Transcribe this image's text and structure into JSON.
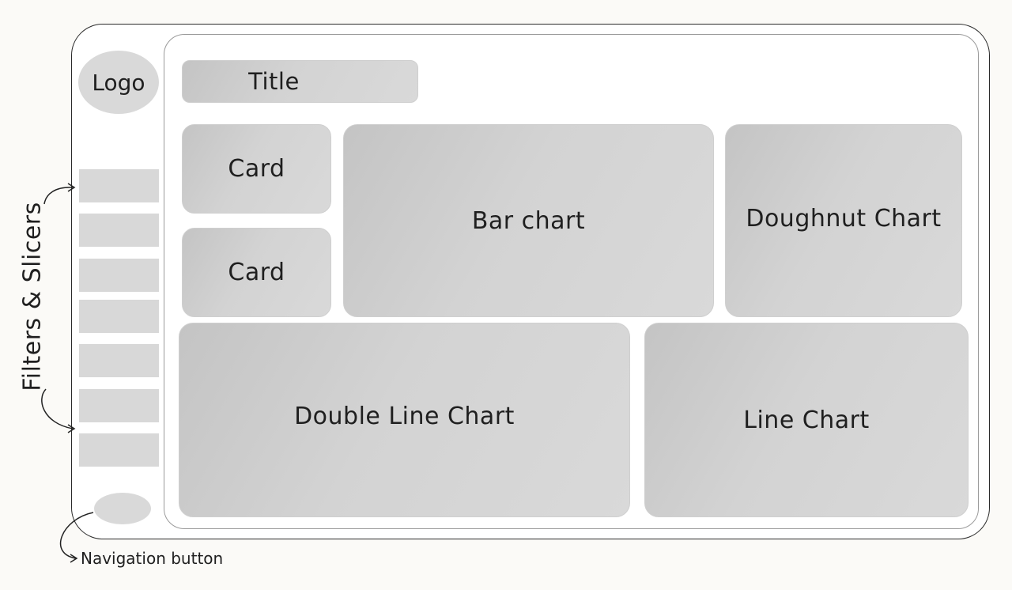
{
  "logo": {
    "text": "Logo"
  },
  "title": {
    "text": "Title"
  },
  "cards": [
    {
      "label": "Card"
    },
    {
      "label": "Card"
    }
  ],
  "charts": {
    "bar": "Bar chart",
    "doughnut": "Doughnut Chart",
    "double_line": "Double Line Chart",
    "line": "Line Chart"
  },
  "annotations": {
    "filters_slicers": "Filters & Slicers",
    "navigation_button": "Navigation button"
  },
  "slicers": [
    {},
    {},
    {},
    {},
    {},
    {},
    {}
  ],
  "colors": {
    "placeholder_fill": "#d9d9d9",
    "placeholder_dark": "#c4c4c4",
    "outline": "#2a2a2a",
    "background": "#fbfaf7"
  }
}
